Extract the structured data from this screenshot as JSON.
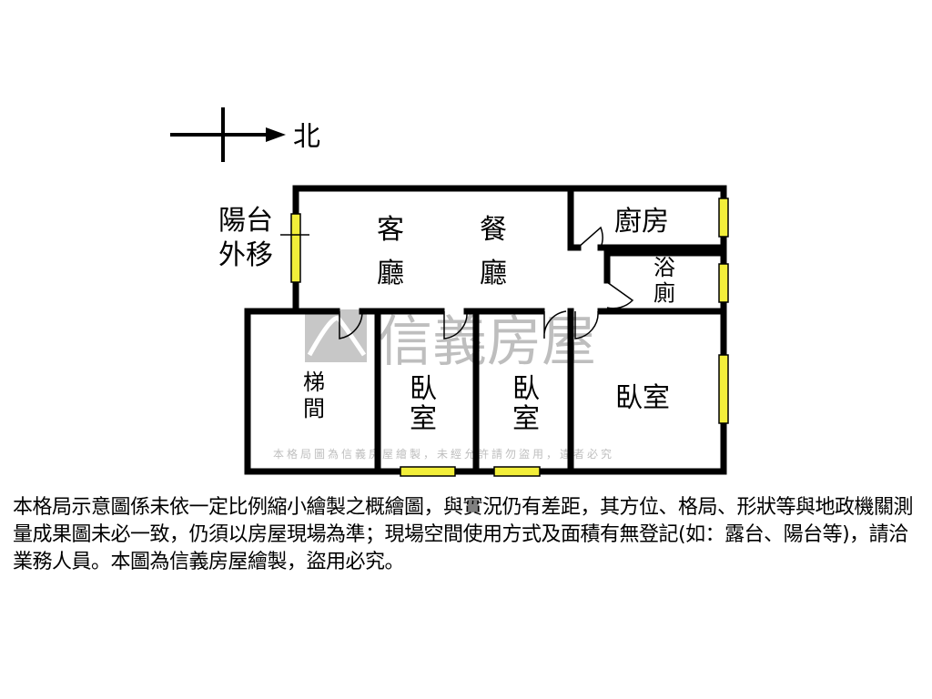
{
  "compass": {
    "north_label": "北"
  },
  "rooms": {
    "balcony": [
      "陽台",
      "外移"
    ],
    "living": [
      "客",
      "廳"
    ],
    "dining": [
      "餐",
      "廳"
    ],
    "kitchen": "廚房",
    "bath": [
      "浴",
      "廁"
    ],
    "stairs": [
      "梯",
      "間"
    ],
    "bedroom1": [
      "臥",
      "室"
    ],
    "bedroom2": [
      "臥",
      "室"
    ],
    "bedroom3": "臥室"
  },
  "watermark": {
    "brand": "信義房屋",
    "notice": "本格局圖為信義房屋繪製，未經允許請勿盜用，違者必究"
  },
  "colors": {
    "wall": "#000000",
    "window": "#f2ee3a",
    "watermark": "#9a9a9a"
  },
  "disclaimer": "本格局示意圖係未依一定比例縮小繪製之概繪圖，與實況仍有差距，其方位、格局、形狀等與地政機關測量成果圖未必一致，仍須以房屋現場為準；現場空間使用方式及面積有無登記(如：露台、陽台等)，請洽業務人員。本圖為信義房屋繪製，盜用必究。"
}
